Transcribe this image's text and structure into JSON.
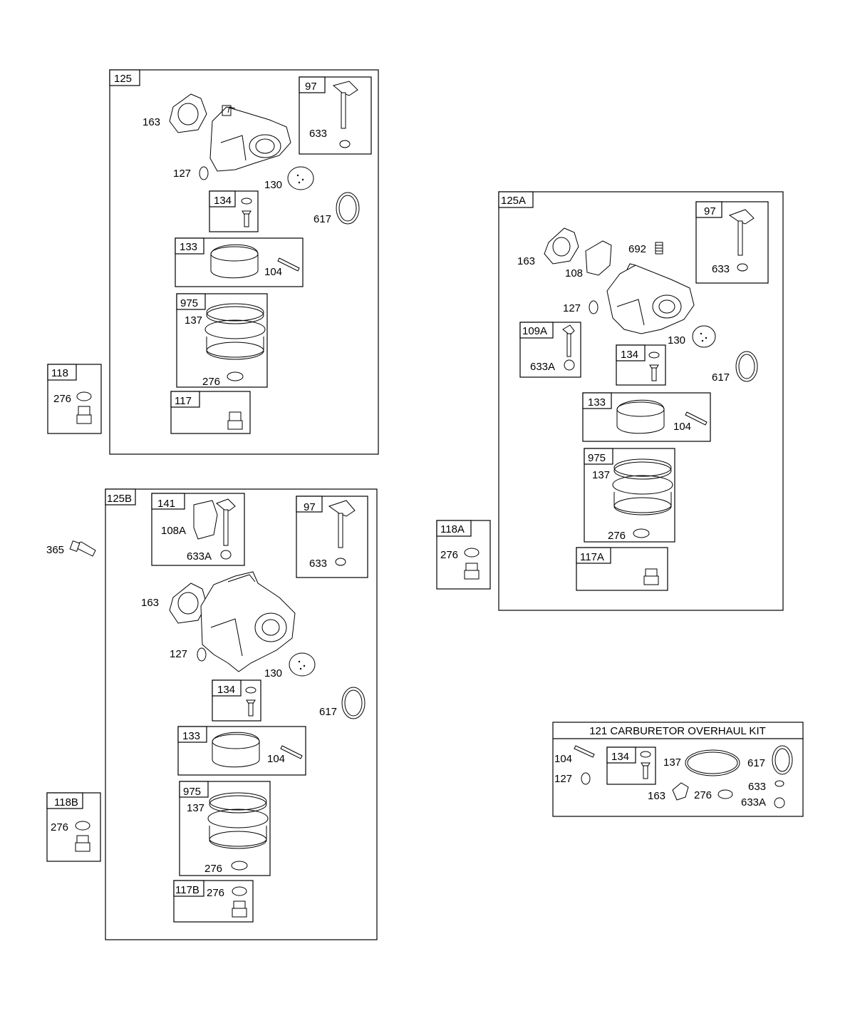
{
  "diagram": {
    "kit_title": "121 CARBURETOR OVERHAUL KIT",
    "box_labels": {
      "b125": "125",
      "b97a": "97",
      "b134a": "134",
      "b133a": "133",
      "b975a": "975",
      "b117": "117",
      "b118": "118",
      "b125b": "125B",
      "b141": "141",
      "b97b": "97",
      "b134b": "134",
      "b133b": "133",
      "b975b": "975",
      "b117b": "117B",
      "b118b": "118B",
      "b125a": "125A",
      "b97c": "97",
      "b109a": "109A",
      "b134c": "134",
      "b133c": "133",
      "b975c": "975",
      "b117a": "117A",
      "b118a": "118A",
      "b134d": "134"
    },
    "callouts": {
      "c1": "163",
      "c2": "633",
      "c3": "127",
      "c4": "130",
      "c5": "617",
      "c6": "104",
      "c7": "137",
      "c8": "276",
      "c9": "276",
      "d1": "365",
      "d2": "108A",
      "d3": "633A",
      "d4": "633",
      "d5": "163",
      "d6": "127",
      "d7": "130",
      "d8": "617",
      "d9": "104",
      "d10": "137",
      "d11": "276",
      "d12": "276",
      "d13": "276",
      "e1": "163",
      "e2": "108",
      "e3": "692",
      "e4": "633",
      "e5": "127",
      "e6": "633A",
      "e7": "130",
      "e8": "617",
      "e9": "104",
      "e10": "137",
      "e11": "276",
      "e12": "276",
      "f1": "104",
      "f2": "127",
      "f3": "137",
      "f4": "617",
      "f5": "163",
      "f6": "276",
      "f7": "633",
      "f8": "633A"
    }
  }
}
